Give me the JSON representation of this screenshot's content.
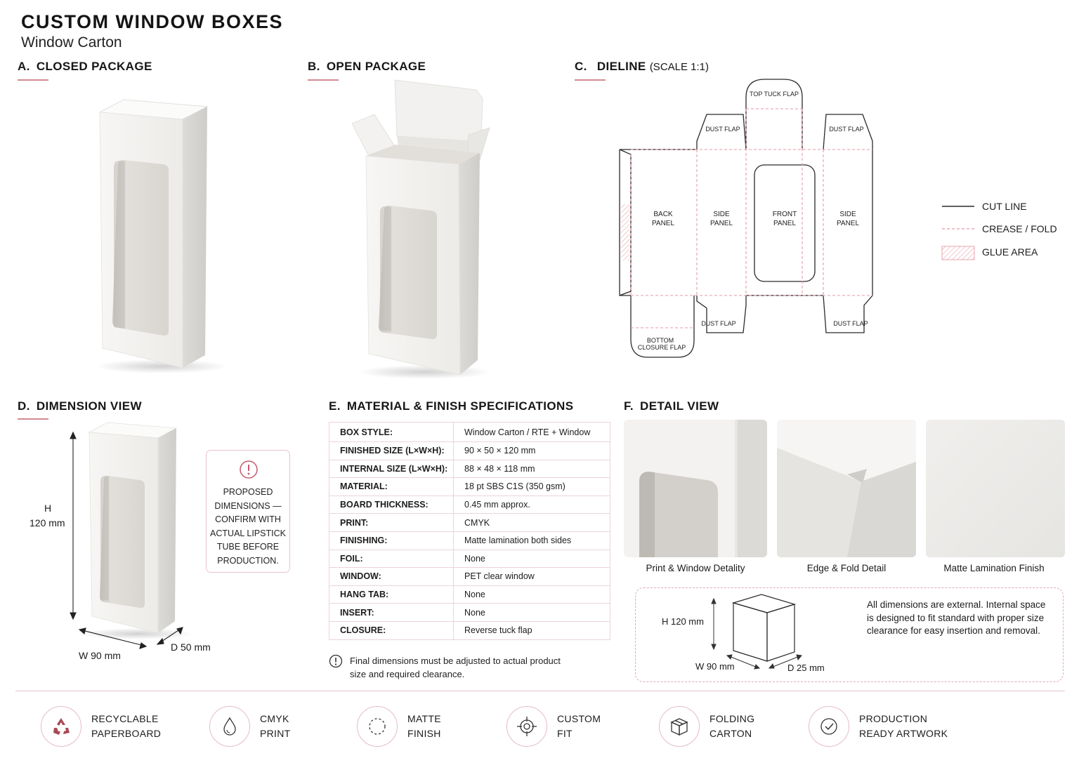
{
  "header": {
    "title": "CUSTOM WINDOW BOXES",
    "subtitle": "Window Carton"
  },
  "sections": {
    "a": {
      "letter": "A.",
      "title": "CLOSED PACKAGE"
    },
    "b": {
      "letter": "B.",
      "title": "OPEN PACKAGE"
    },
    "c": {
      "letter": "C.",
      "title": "DIELINE",
      "scale": "(SCALE 1:1)"
    },
    "d": {
      "letter": "D.",
      "title": "DIMENSION VIEW"
    },
    "e": {
      "letter": "E.",
      "title": "MATERIAL & FINISH SPECIFICATIONS"
    },
    "f": {
      "letter": "F.",
      "title": "DETAIL VIEW"
    }
  },
  "dieline": {
    "top_tuck_flap": "TOP TUCK FLAP",
    "dust_flap": "DUST FLAP",
    "back_panel_1": "BACK",
    "back_panel_2": "PANEL",
    "side_panel_1": "SIDE",
    "side_panel_2": "PANEL",
    "front_panel_1": "FRONT",
    "front_panel_2": "PANEL",
    "bottom_flap_1": "BOTTOM",
    "bottom_flap_2": "CLOSURE FLAP"
  },
  "legend": {
    "cut_line": "CUT LINE",
    "crease_fold": "CREASE / FOLD",
    "glue_area": "GLUE AREA"
  },
  "dimension_view": {
    "h_letter": "H",
    "h_value": "120 mm",
    "w_label": "W  90 mm",
    "d_label": "D  50 mm",
    "notice_lines": [
      "PROPOSED",
      "DIMENSIONS —",
      "CONFIRM WITH",
      "ACTUAL LIPSTICK",
      "TUBE BEFORE",
      "PRODUCTION."
    ]
  },
  "specs": [
    {
      "key": "BOX STYLE:",
      "value": "Window Carton / RTE + Window"
    },
    {
      "key": "FINISHED SIZE (L×W×H):",
      "value": "90 × 50 × 120 mm"
    },
    {
      "key": "INTERNAL SIZE (L×W×H):",
      "value": "88 × 48 × 118 mm"
    },
    {
      "key": "MATERIAL:",
      "value": "18 pt SBS C1S (350 gsm)"
    },
    {
      "key": "BOARD THICKNESS:",
      "value": "0.45 mm approx."
    },
    {
      "key": "PRINT:",
      "value": "CMYK"
    },
    {
      "key": "FINISHING:",
      "value": "Matte lamination both sides"
    },
    {
      "key": "FOIL:",
      "value": "None"
    },
    {
      "key": "WINDOW:",
      "value": "PET clear window"
    },
    {
      "key": "HANG TAB:",
      "value": "None"
    },
    {
      "key": "INSERT:",
      "value": "None"
    },
    {
      "key": "CLOSURE:",
      "value": "Reverse tuck flap"
    }
  ],
  "spec_note": "Final dimensions must be adjusted to actual product size and required clearance.",
  "details": {
    "caption_1": "Print & Window Detality",
    "caption_2": "Edge & Fold Detail",
    "caption_3": "Matte Lamination Finish"
  },
  "box_diagram": {
    "h": "H 120 mm",
    "w": "W 90 mm",
    "d": "D 25 mm",
    "note": "All dimensions are external. Internal space is designed to fit standard  with proper size clearance for easy insertion and removal."
  },
  "features": [
    {
      "icon": "recycle-icon",
      "line1": "RECYCLABLE",
      "line2": "PAPERBOARD"
    },
    {
      "icon": "droplet-icon",
      "line1": "CMYK",
      "line2": "PRINT"
    },
    {
      "icon": "dashed-circle-icon",
      "line1": "MATTE",
      "line2": "FINISH"
    },
    {
      "icon": "target-icon",
      "line1": "CUSTOM",
      "line2": "FIT"
    },
    {
      "icon": "box-icon",
      "line1": "FOLDING",
      "line2": "CARTON"
    },
    {
      "icon": "check-circle-icon",
      "line1": "PRODUCTION",
      "line2": "READY ARTWORK"
    }
  ],
  "colors": {
    "accent": "#d38a95",
    "crease": "#e59aa6",
    "cut": "#2a2a2a",
    "box_white": "#f4f3f1",
    "box_shade": "#dcdad6"
  }
}
